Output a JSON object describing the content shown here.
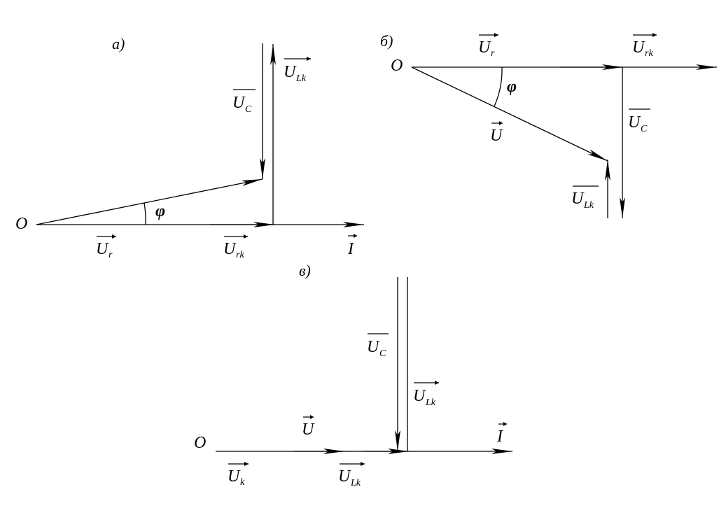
{
  "panels": {
    "a": {
      "title": "a)",
      "origin": "O",
      "phi": "φ",
      "ur": {
        "main": "U",
        "sub": "r"
      },
      "urk": {
        "main": "U",
        "sub": "rk"
      },
      "uc": {
        "main": "U",
        "sub": "C"
      },
      "ulk": {
        "main": "U",
        "sub": "Lk"
      },
      "i": {
        "main": "I"
      }
    },
    "b": {
      "title": "б)",
      "origin": "O",
      "phi": "φ",
      "ur": {
        "main": "U",
        "sub": "r"
      },
      "urk": {
        "main": "U",
        "sub": "rk"
      },
      "uc": {
        "main": "U",
        "sub": "C"
      },
      "ulk": {
        "main": "U",
        "sub": "Lk"
      },
      "u": {
        "main": "U"
      }
    },
    "c": {
      "title": "в)",
      "origin": "O",
      "uc": {
        "main": "U",
        "sub": "C"
      },
      "ulk": {
        "main": "U",
        "sub": "Lk"
      },
      "ulk2": {
        "main": "U",
        "sub": "Lk"
      },
      "u": {
        "main": "U"
      },
      "uk": {
        "main": "U",
        "sub": "k"
      },
      "i": {
        "main": "I"
      }
    }
  }
}
